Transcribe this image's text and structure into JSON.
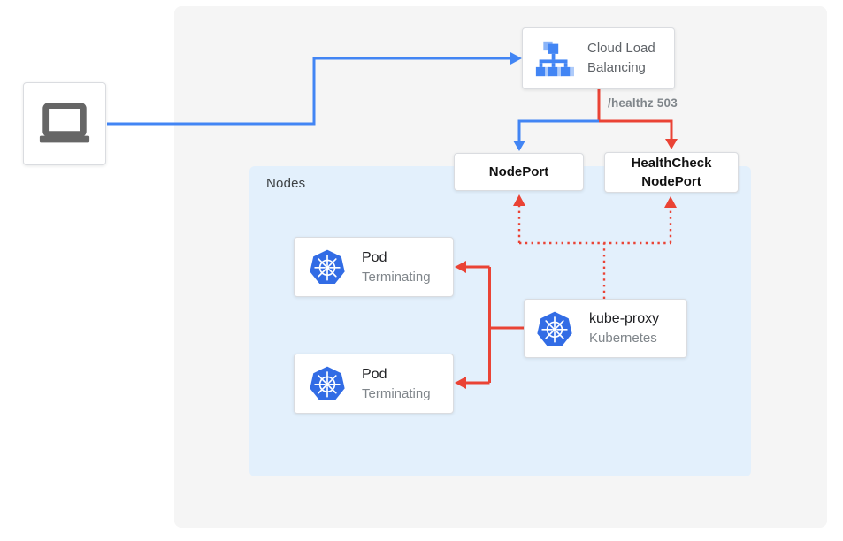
{
  "zones": {
    "nodes_label": "Nodes"
  },
  "nodes": {
    "cloud_lb": {
      "label_line1": "Cloud Load",
      "label_line2": "Balancing"
    },
    "nodeport": {
      "label": "NodePort"
    },
    "healthcheck_nodeport": {
      "label_line1": "HealthCheck",
      "label_line2": "NodePort"
    },
    "pods": [
      {
        "title": "Pod",
        "status": "Terminating"
      },
      {
        "title": "Pod",
        "status": "Terminating"
      }
    ],
    "kube_proxy": {
      "title": "kube-proxy",
      "subtitle": "Kubernetes"
    }
  },
  "edges": {
    "healthz_label": "/healthz 503"
  },
  "icons": {
    "client": "laptop-icon",
    "cloud_lb": "cloud-load-balancing-icon",
    "pod": "kubernetes-helm-icon",
    "kube_proxy": "kubernetes-helm-icon"
  },
  "colors": {
    "traffic_blue": "#4285f4",
    "healthcheck_red": "#ea4335",
    "nodes_zone_bg": "#e3f0fc",
    "outer_panel_bg": "#f5f5f5",
    "kubernetes_blue": "#326ce5"
  }
}
